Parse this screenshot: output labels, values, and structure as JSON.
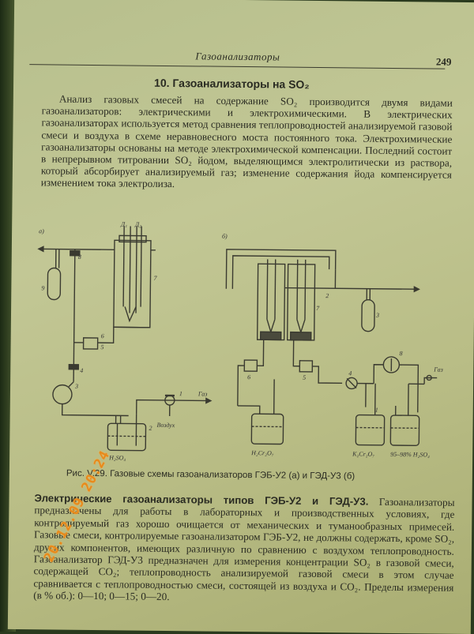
{
  "header": {
    "running_title": "Газоанализаторы",
    "page_number": "249"
  },
  "section": {
    "title": "10. Газоанализаторы на SO₂"
  },
  "paragraph_1": "Анализ газовых смесей на содержание SO₂ производится двумя видами газоанализаторов: электрическими и электрохимическими. В электрических газоанализаторах используется метод сравнения теплопроводностей анализируемой газовой смеси и воздуха в схеме неравновесного моста постоянного тока. Электрохимические газоанализаторы основаны на методе электрохимической компенсации. Последний состоит в непрерывном титровании SO₂ йодом, выделяющимся электролитически из раствора, который абсорбирует анализируемый газ; изменение содержания йода компенсируется изменением тока электролиза.",
  "figure": {
    "label_a": "а)",
    "label_b": "б)",
    "a_top_labels": [
      "Д₁",
      "Д₂"
    ],
    "a_numbers": [
      "1",
      "2",
      "3",
      "4",
      "5",
      "6",
      "7",
      "8",
      "9"
    ],
    "a_air_label": "Воздух",
    "a_gas_label": "Газ",
    "a_bottle_label": "H₂SO₄",
    "b_numbers": [
      "1",
      "2",
      "3",
      "4",
      "5",
      "6",
      "7",
      "8"
    ],
    "b_bottle_1": "H₂Cr₂O₇",
    "b_bottle_2": "K₂Cr₂O₇",
    "b_bottle_3": "95–98% H₂SO₄",
    "b_gas_label": "Газ",
    "caption": "Рис. V.29. Газовые схемы газоанализаторов ГЭБ-У2 (а) и ГЭД-У3 (б)"
  },
  "paragraph_2": {
    "lead": "Электрические газоанализаторы типов ГЭБ-У2 и ГЭД-У3.",
    "text": " Газоанализаторы предназначены для работы в лабораторных и производственных условиях, где контролируемый газ хорошо очищается от механических и туманообразных примесей. Газовые смеси, контролируемые газоанализатором ГЭБ-У2, не должны содержать, кроме SO₂, других компонентов, имеющих различную по сравнению с воздухом теплопроводность. Газоанализатор ГЭД-У3 предназначен для измерения концентрации SO₂ в газовой смеси, содержащей CO₂; теплопроводность анализируемой газовой смеси в этом случае сравнивается с теплопроводностью смеси, состоящей из воздуха и CO₂. Пределы измерения (в % об.): 0—10; 0—15; 0—20."
  },
  "stamp": {
    "date": "20.12.09 20:24"
  }
}
